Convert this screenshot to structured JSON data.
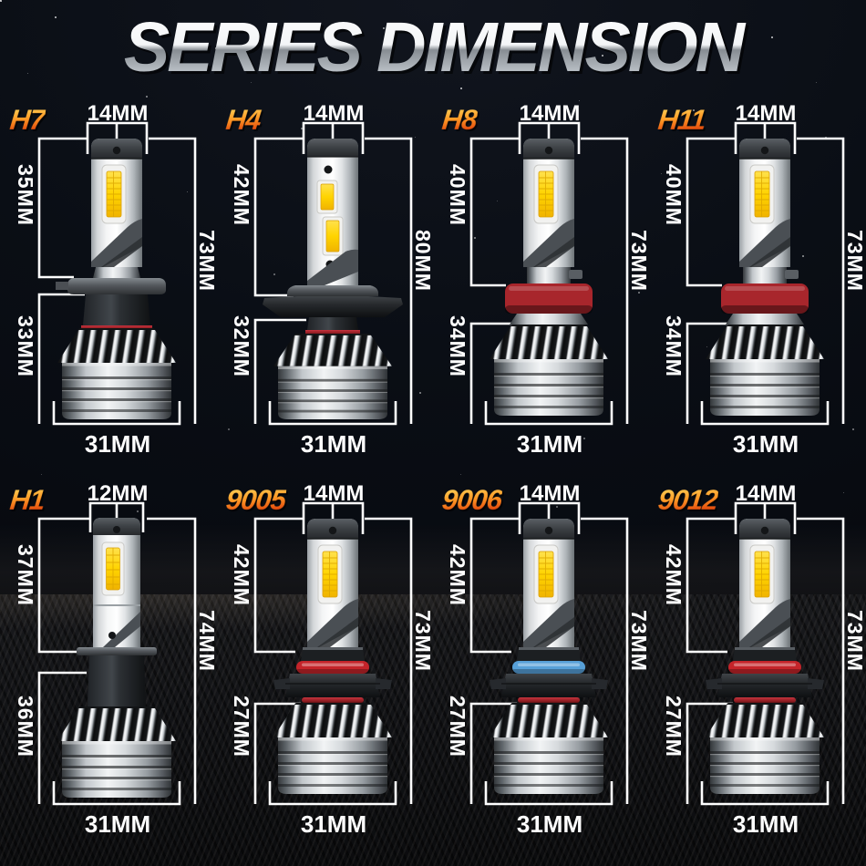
{
  "title": "SERIES DIMENSION",
  "colors": {
    "label_orange_top": "#ffd95e",
    "label_orange_bottom": "#c02e02",
    "dimension_text": "#ffffff",
    "red_collar": "#a8262c",
    "red_ring": "#8e1f20",
    "oring_red": "#c4242a",
    "oring_blue": "#57a0d8",
    "led_chip_yellow": "#ffd900"
  },
  "bulbs": [
    {
      "id": "h7",
      "label": "H7",
      "top_width": "14MM",
      "upper_height": "35MM",
      "total_height": "73MM",
      "lower_height": "33MM",
      "base_width": "31MM"
    },
    {
      "id": "h4",
      "label": "H4",
      "top_width": "14MM",
      "upper_height": "42MM",
      "total_height": "80MM",
      "lower_height": "32MM",
      "base_width": "31MM"
    },
    {
      "id": "h8",
      "label": "H8",
      "top_width": "14MM",
      "upper_height": "40MM",
      "total_height": "73MM",
      "lower_height": "34MM",
      "base_width": "31MM",
      "ring_color": "#a8262c"
    },
    {
      "id": "h11",
      "label": "H11",
      "top_width": "14MM",
      "upper_height": "40MM",
      "total_height": "73MM",
      "lower_height": "34MM",
      "base_width": "31MM",
      "ring_color": "#a8262c"
    },
    {
      "id": "h1",
      "label": "H1",
      "top_width": "12MM",
      "upper_height": "37MM",
      "total_height": "74MM",
      "lower_height": "36MM",
      "base_width": "31MM"
    },
    {
      "id": "9005",
      "label": "9005",
      "top_width": "14MM",
      "upper_height": "42MM",
      "total_height": "73MM",
      "lower_height": "27MM",
      "base_width": "31MM",
      "ring_color": "#c4242a"
    },
    {
      "id": "9006",
      "label": "9006",
      "top_width": "14MM",
      "upper_height": "42MM",
      "total_height": "73MM",
      "lower_height": "27MM",
      "base_width": "31MM",
      "ring_color": "#57a0d8"
    },
    {
      "id": "9012",
      "label": "9012",
      "top_width": "14MM",
      "upper_height": "42MM",
      "total_height": "73MM",
      "lower_height": "27MM",
      "base_width": "31MM",
      "ring_color": "#c4242a"
    }
  ]
}
